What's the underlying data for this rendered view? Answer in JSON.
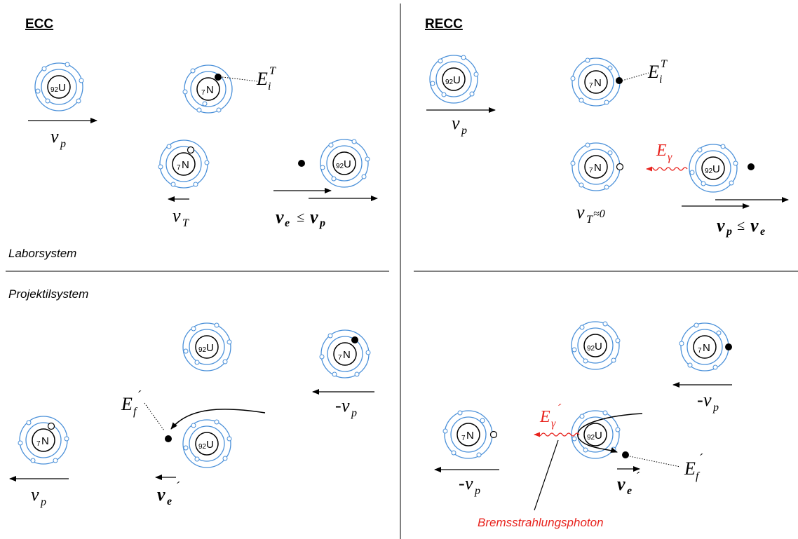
{
  "headers": {
    "left": "ECC",
    "right": "RECC"
  },
  "systems": {
    "lab": "Laborsystem",
    "projectile": "Projektilsystem"
  },
  "nuclei": {
    "uranium": {
      "z": "92",
      "symbol": "U"
    },
    "nitrogen": {
      "z": "7",
      "symbol": "N"
    }
  },
  "symbols": {
    "v": "v",
    "E": "E",
    "sub_p": "p",
    "sub_T": "T",
    "sub_e": "e",
    "sub_i": "i",
    "sub_f": "f",
    "sub_gamma": "γ",
    "sup_T": "T",
    "prime": "´",
    "minus": "-",
    "leq": "≤",
    "approx_zero": "≈0"
  },
  "labels": {
    "bremsstrahlung": "Bremsstrahlungsphoton"
  }
}
